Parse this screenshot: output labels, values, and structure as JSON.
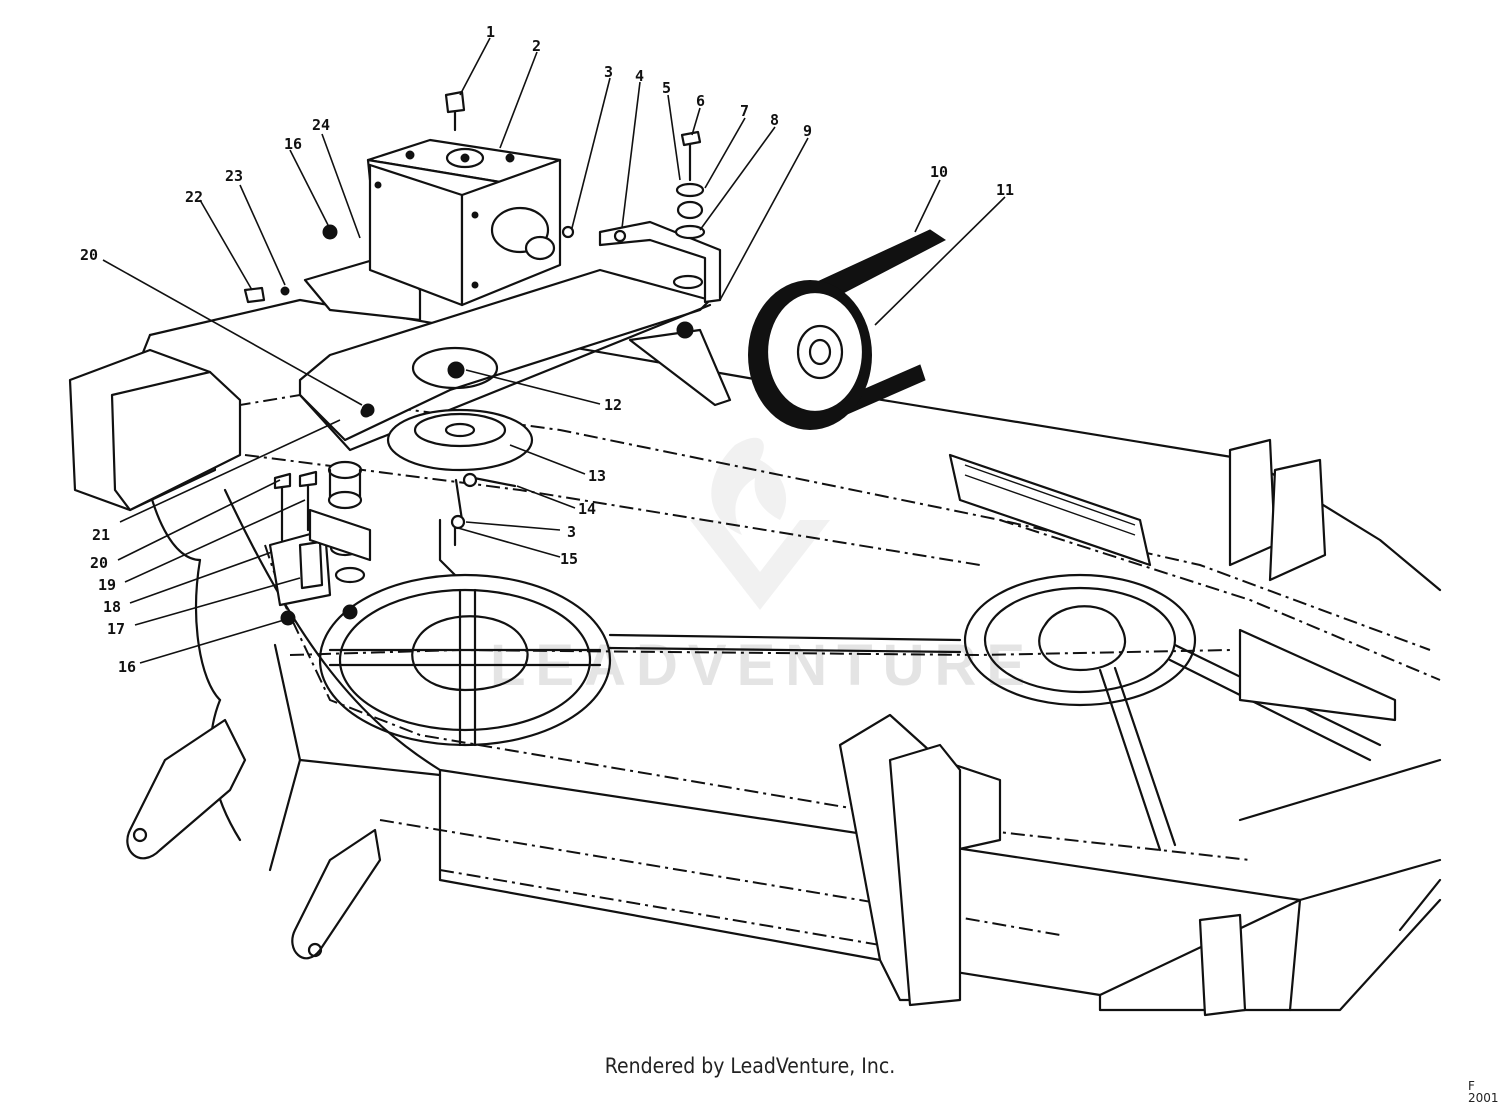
{
  "footer": {
    "credit": "Rendered by LeadVenture, Inc."
  },
  "watermark": {
    "text": "LEADVENTURE"
  },
  "corner_code": "F 2001",
  "callouts": [
    "1",
    "2",
    "3",
    "4",
    "5",
    "6",
    "7",
    "8",
    "9",
    "10",
    "11",
    "12",
    "13",
    "14",
    "3",
    "15",
    "16",
    "24",
    "23",
    "22",
    "20",
    "21",
    "20",
    "19",
    "18",
    "17",
    "16"
  ]
}
